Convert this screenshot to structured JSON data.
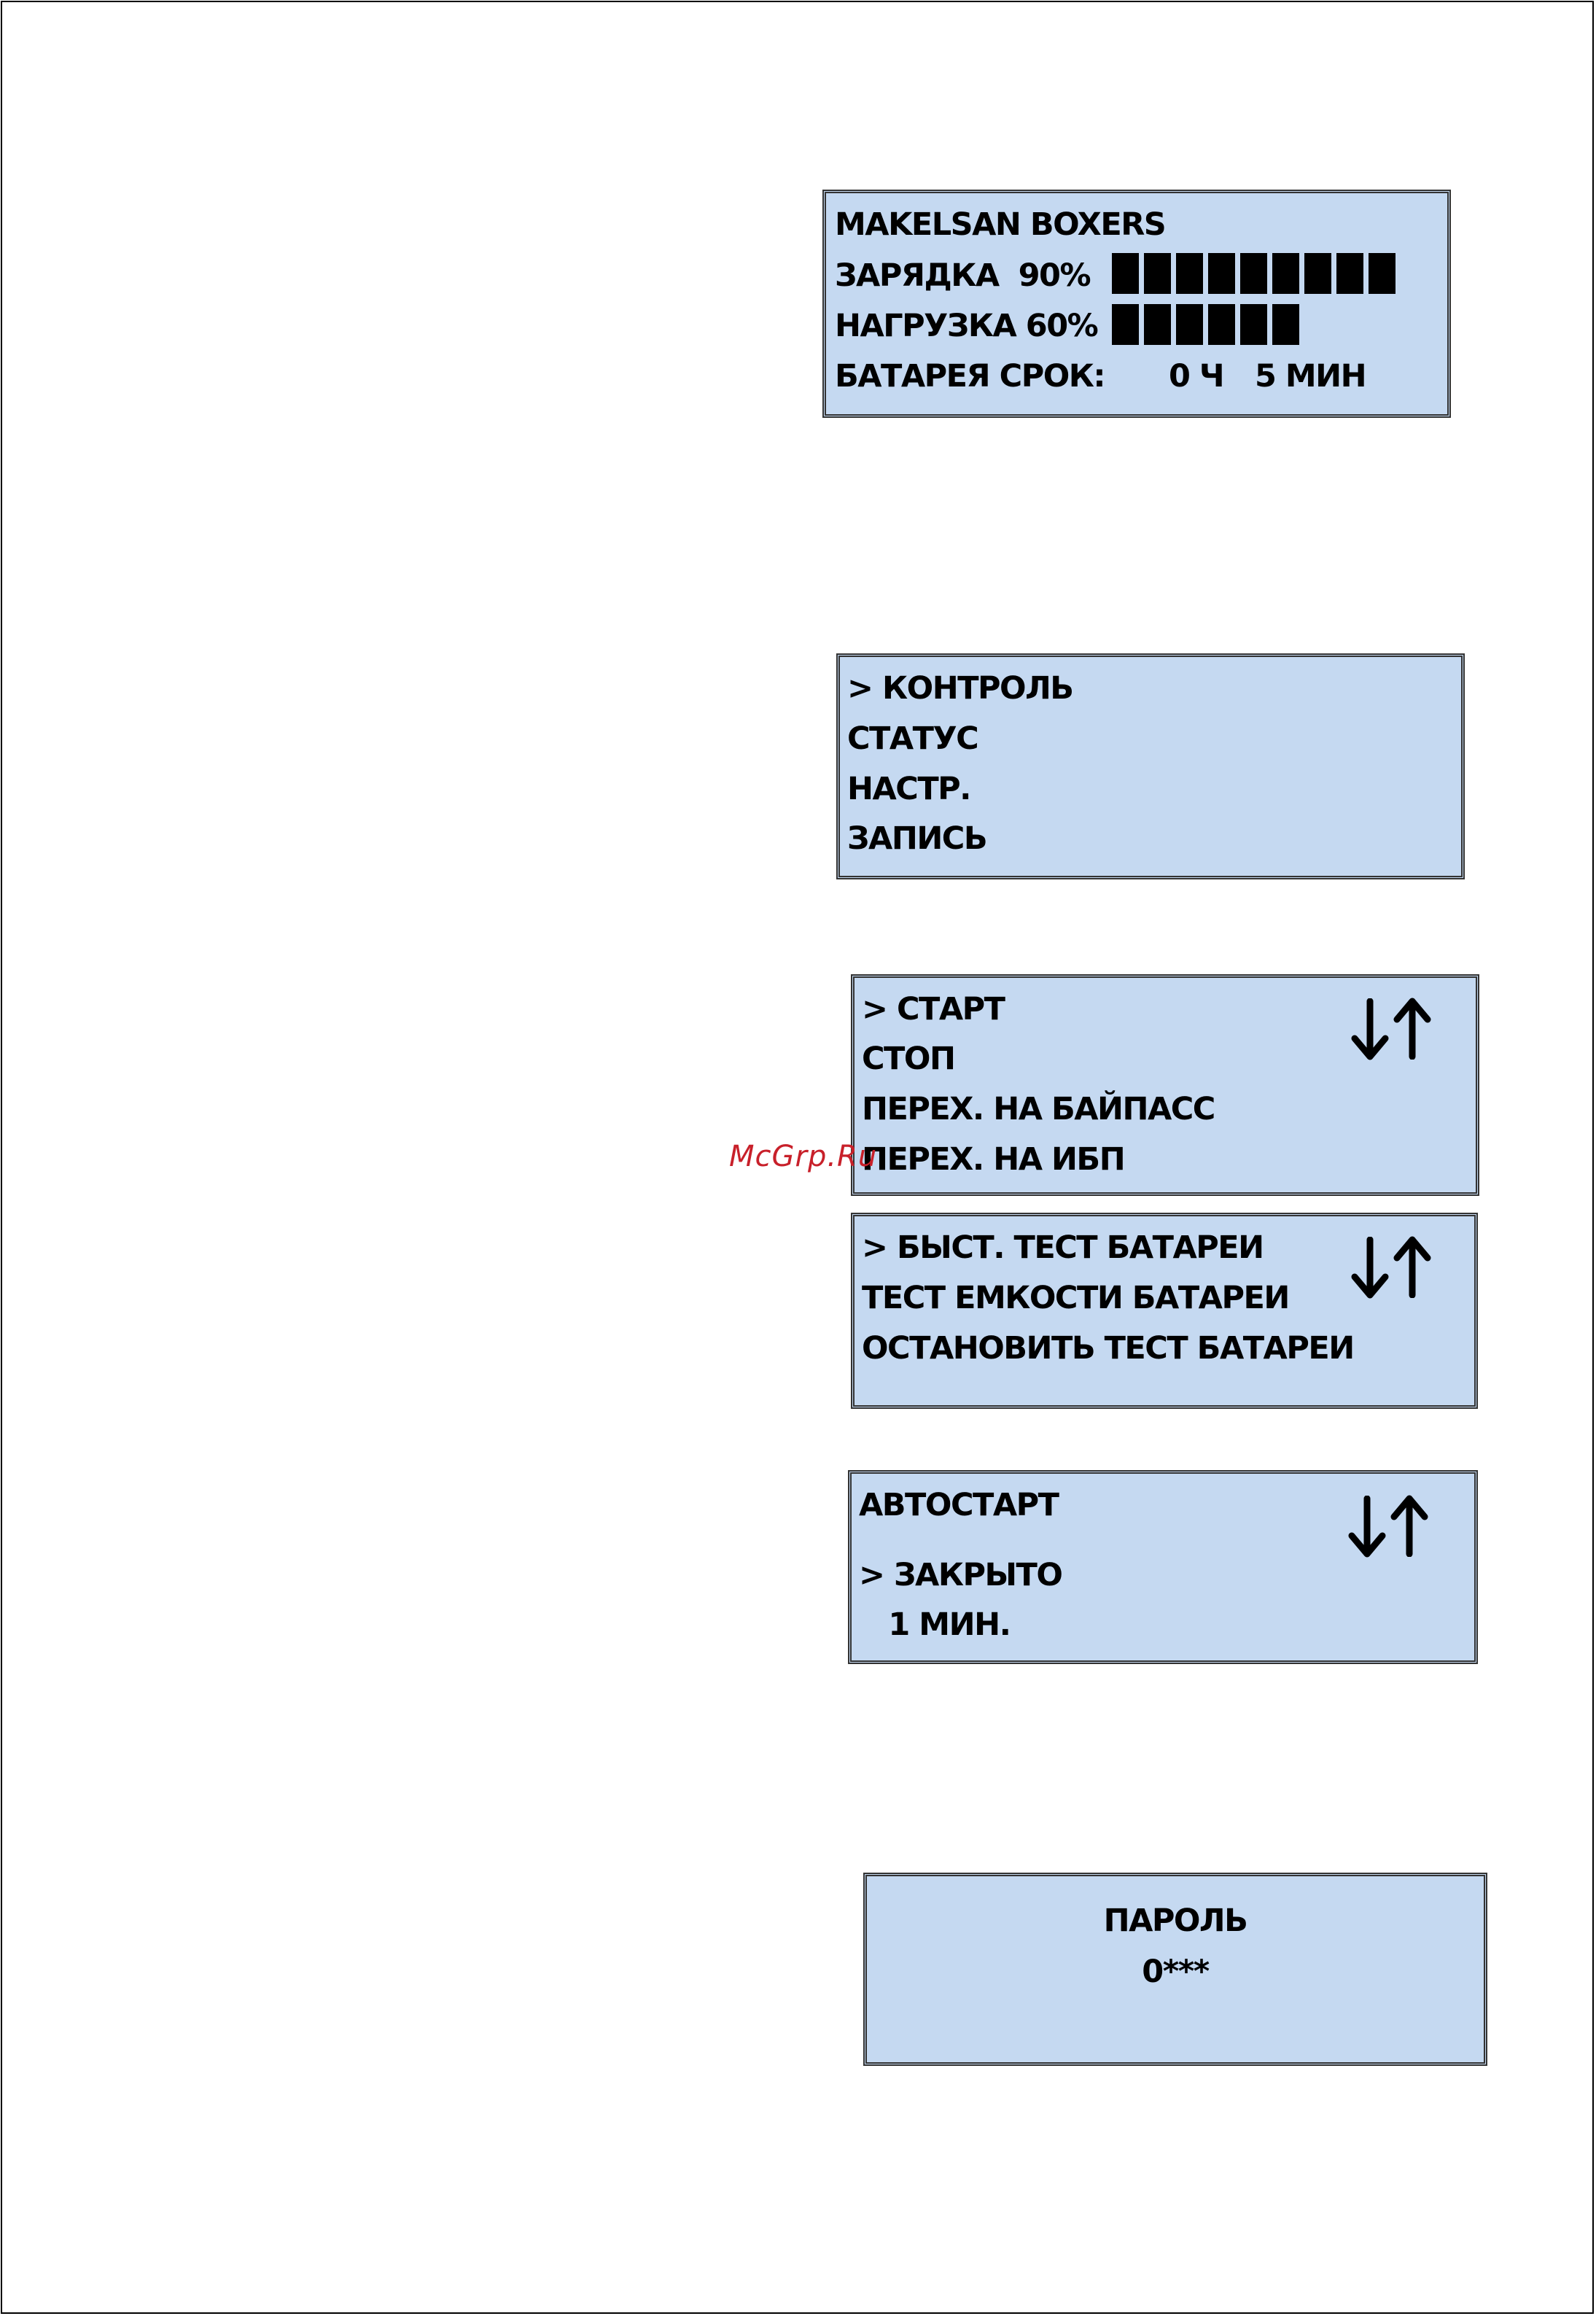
{
  "status_screen": {
    "title": "MAKELSAN BOXERS",
    "charge_label": "ЗАРЯДКА  90%",
    "charge_level_percent": 90,
    "load_label": "НАГРУЗКА 60%",
    "load_level_percent": 60,
    "battery_time_label": "БАТАРЕЯ СРОК:",
    "battery_hours": "0 Ч",
    "battery_minutes": "5 МИН"
  },
  "main_menu": {
    "items": [
      "> КОНТРОЛЬ",
      "СТАТУС",
      "НАСТР.",
      "ЗАПИСЬ"
    ]
  },
  "control_menu": {
    "items": [
      "> СТАРТ",
      "СТОП",
      "ПЕРЕХ. НА БАЙПАСС",
      "ПЕРЕХ. НА ИБП"
    ]
  },
  "battery_test_menu": {
    "items": [
      "> БЫСТ. ТЕСТ БАТАРЕИ",
      "ТЕСТ ЕМКОСТИ БАТАРЕИ",
      "ОСТАНОВИТЬ ТЕСТ БАТАРЕИ"
    ]
  },
  "autostart_menu": {
    "title": "АВТОСТАРТ",
    "options": [
      "> ЗАКРЫТО",
      "   1 МИН."
    ]
  },
  "password_screen": {
    "title": "ПАРОЛЬ",
    "value": "0***"
  },
  "watermark": "McGrp.Ru",
  "colors": {
    "lcd_background": "#c5d9f1",
    "lcd_border": "#333333",
    "watermark": "#c8202a"
  },
  "icons": {
    "scroll_down": "arrow-down-icon",
    "scroll_up": "arrow-up-icon"
  }
}
